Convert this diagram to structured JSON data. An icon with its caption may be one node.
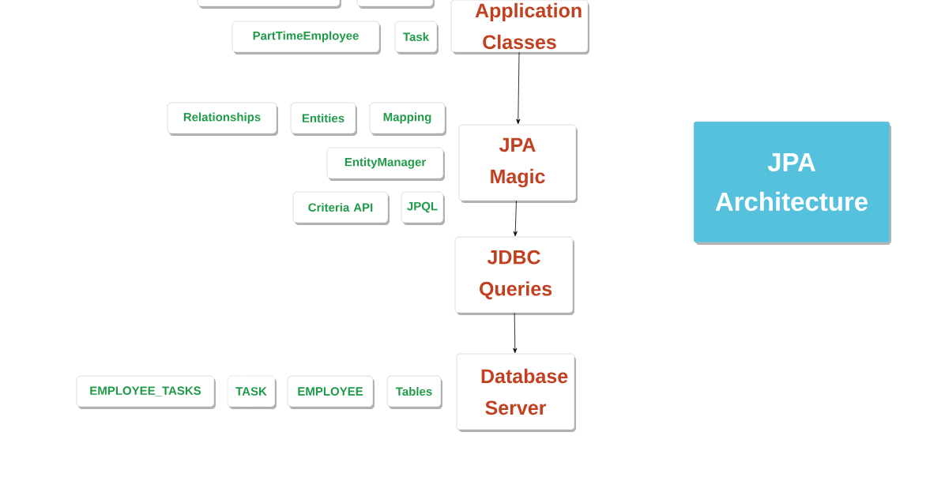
{
  "diagram": {
    "nodes": [
      {
        "text": [
          "Application Classes"
        ]
      },
      {
        "text": [],
        "shape": "box"
      },
      {
        "text": [],
        "shape": "box"
      },
      {
        "text": [
          "PartTimeEmployee"
        ]
      },
      {
        "text": [
          "Task"
        ]
      },
      {
        "text": [
          "Relationships"
        ]
      },
      {
        "text": [
          "Entities"
        ]
      },
      {
        "text": [
          "Mapping"
        ]
      },
      {
        "text": [
          "JPA Magic"
        ]
      },
      {
        "text": [
          "EntityManager"
        ]
      },
      {
        "text": [
          "Criteria API"
        ]
      },
      {
        "text": [
          "JPQL"
        ]
      },
      {
        "text": [
          "JDBC Queries"
        ]
      },
      {
        "text": [
          "EMPLOYEE_TASKS"
        ]
      },
      {
        "text": [
          "TASK"
        ]
      },
      {
        "text": [
          "EMPLOYEE"
        ]
      },
      {
        "text": [
          "Tables"
        ]
      },
      {
        "text": [
          "Database Server"
        ]
      },
      {
        "text": [
          "JPA Architecture"
        ]
      }
    ],
    "edges": [
      {
        "from": 0,
        "to": 8,
        "arrow": "to"
      },
      {
        "from": 8,
        "to": 12,
        "arrow": "to"
      },
      {
        "from": 12,
        "to": 17,
        "arrow": "to"
      }
    ]
  }
}
